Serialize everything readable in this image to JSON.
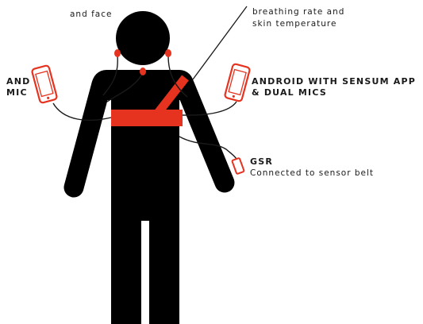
{
  "colors": {
    "body": "#000000",
    "accent": "#e5331f",
    "text": "#1a1a1a"
  },
  "labels": {
    "face": "and face",
    "breathing_line1": "breathing rate and",
    "breathing_line2": "skin temperature",
    "left_device_line1": "AND",
    "left_device_line2": "MIC",
    "android_line1": "ANDROID WITH SENSUM APP",
    "android_line2": "& DUAL MICS",
    "gsr_title": "GSR",
    "gsr_desc": "Connected to sensor belt"
  },
  "icons": {
    "phone": "smartphone-icon",
    "gsr": "gsr-sensor-icon",
    "mic": "microphone-icon"
  }
}
